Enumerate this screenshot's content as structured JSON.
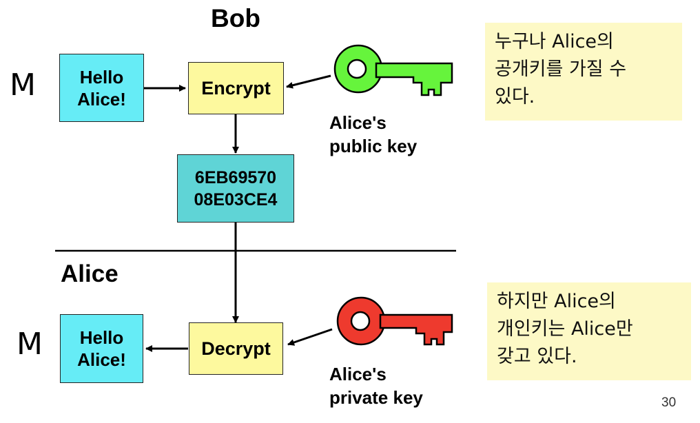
{
  "sender_label": "Bob",
  "receiver_label": "Alice",
  "message_symbol_top": "M",
  "message_symbol_bottom": "M",
  "plaintext_top": [
    "Hello",
    "Alice!"
  ],
  "plaintext_bottom": [
    "Hello",
    "Alice!"
  ],
  "encrypt_label": "Encrypt",
  "decrypt_label": "Decrypt",
  "ciphertext": [
    "6EB69570",
    "08E03CE4"
  ],
  "public_key": {
    "label": [
      "Alice's",
      "public key"
    ],
    "color": "#66f43c"
  },
  "private_key": {
    "label": [
      "Alice's",
      "private key"
    ],
    "color": "#ee3a2e"
  },
  "note_top": [
    "누구나 Alice의",
    "공개키를 가질 수",
    "있다."
  ],
  "note_bottom": [
    "하지만 Alice의",
    "개인키는 Alice만",
    "갖고 있다."
  ],
  "page_number": "30",
  "colors": {
    "plaintext_box": "#66ecf6",
    "operation_box": "#fdf99e",
    "ciphertext_box": "#5fd4d6",
    "note_background": "#fdf9c6"
  }
}
